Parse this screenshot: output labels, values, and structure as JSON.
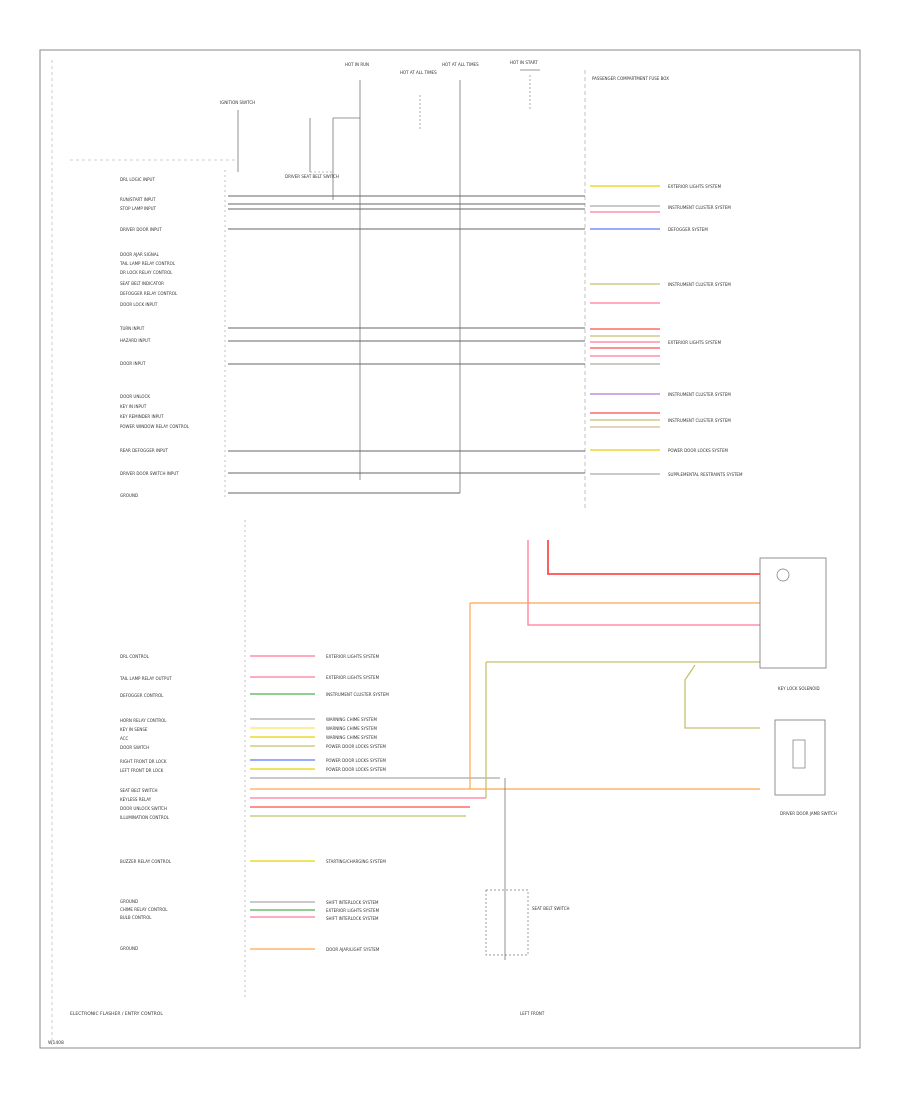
{
  "figure_id": "W1408",
  "module_label": "ELECTRONIC FLASHER / ENTRY CONTROL",
  "colors": {
    "border": "#777777",
    "wire": "#666666",
    "pink": "#ff7a9c",
    "red": "#ff4d4d",
    "green": "#4caf50",
    "yellow": "#e6d200",
    "orange": "#ffa64d",
    "blue": "#5a7bff",
    "purple": "#b57ad6",
    "tan": "#d7b98f",
    "olive": "#c8c070"
  },
  "top_labels": [
    "HOT IN RUN",
    "HOT AT ALL TIMES",
    "HOT AT ALL TIMES",
    "HOT IN START",
    "PASSENGER COMPARTMENT FUSE BOX"
  ],
  "left_upper": [
    "DRL LOGIC INPUT",
    "RUN/START INPUT",
    "STOP LAMP INPUT",
    "DRIVER DOOR INPUT",
    "DOOR AJAR SIGNAL",
    "TAIL LAMP RELAY CONTROL",
    "DR LOCK RELAY CONTROL",
    "SEAT BELT INDICATOR",
    "DEFOGGER RELAY CONTROL",
    "DOOR LOCK INPUT",
    "TURN INPUT",
    "HAZARD INPUT",
    "DOOR INPUT",
    "DOOR UNLOCK",
    "KEY IN INPUT",
    "KEY REMINDER INPUT",
    "POWER WINDOW RELAY CONTROL",
    "REAR DEFOGGER INPUT",
    "DRIVER DOOR SWITCH INPUT",
    "GROUND"
  ],
  "right_upper": [
    "EXTERIOR LIGHTS SYSTEM",
    "INSTRUMENT CLUSTER SYSTEM",
    "DEFOGGER SYSTEM",
    "INSTRUMENT CLUSTER SYSTEM",
    "EXTERIOR LIGHTS SYSTEM",
    "INSTRUMENT CLUSTER SYSTEM",
    "INSTRUMENT CLUSTER SYSTEM",
    "POWER DOOR LOCKS SYSTEM",
    "SUPPLEMENTAL RESTRAINTS SYSTEM"
  ],
  "left_lower": [
    "DRL CONTROL",
    "TAIL LAMP RELAY OUTPUT",
    "DEFOGGER CONTROL",
    "HORN RELAY CONTROL",
    "KEY IN SENSE",
    "ACC",
    "DOOR SWITCH",
    "RIGHT FRONT DR LOCK",
    "LEFT FRONT DR LOCK",
    "SEAT BELT SWITCH",
    "KEYLESS RELAY",
    "DOOR UNLOCK SWITCH",
    "ILLUMINATION CONTROL",
    "BUZZER RELAY CONTROL",
    "GROUND",
    "CHIME RELAY CONTROL",
    "BULB CONTROL",
    "GROUND"
  ],
  "right_lower": [
    "EXTERIOR LIGHTS SYSTEM",
    "EXTERIOR LIGHTS SYSTEM",
    "INSTRUMENT CLUSTER SYSTEM",
    "WARNING CHIME SYSTEM",
    "WARNING CHIME SYSTEM",
    "WARNING CHIME SYSTEM",
    "POWER DOOR LOCKS SYSTEM",
    "POWER DOOR LOCKS SYSTEM",
    "POWER DOOR LOCKS SYSTEM",
    "STARTING/CHARGING SYSTEM",
    "SHIFT INTERLOCK SYSTEM",
    "EXTERIOR LIGHTS SYSTEM",
    "SHIFT INTERLOCK SYSTEM",
    "DOOR AJAR/LIGHT SYSTEM"
  ],
  "components": [
    "IGNITION SWITCH",
    "DRIVER SEAT BELT SWITCH",
    "KEY LOCK SOLENOID",
    "DRIVER DOOR JAMB SWITCH",
    "SEAT BELT SWITCH",
    "LEFT FRONT"
  ]
}
